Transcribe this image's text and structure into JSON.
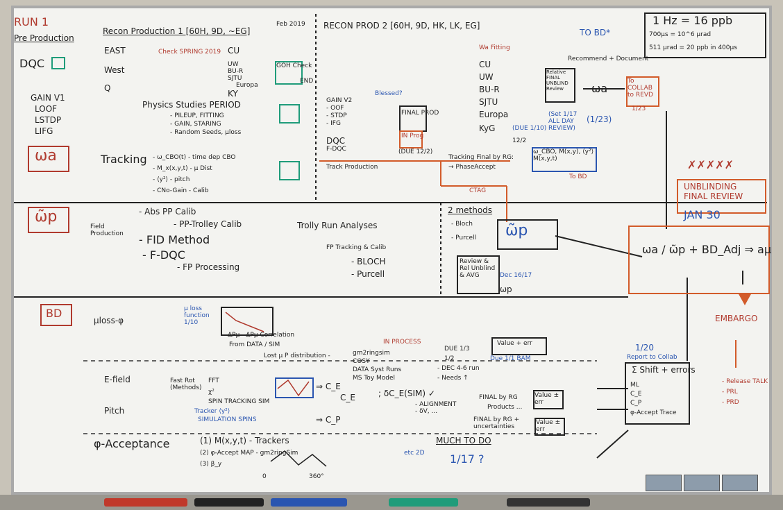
{
  "header": {
    "run": "RUN 1",
    "pre_production": "Pre Production",
    "recon_prod_1": "Recon Production 1 [60H, 9D, ~EG]",
    "feb": "Feb 2019",
    "recon_prod_2": "RECON PROD 2 [60H, 9D, HK, LK, EG]",
    "to_bd": "TO BD*",
    "scale1": "1 Hz = 16 ppb",
    "scale2": "700µs = 10^6 µrad",
    "scale3": "511 µrad = 20 ppb in 400µs"
  },
  "omega_a": {
    "dqc": "DQC",
    "east": "EAST",
    "west": "West",
    "q": "Q",
    "check_spring": "Check SPRING 2019",
    "cu": "CU",
    "uw": "UW",
    "bur": "BU-R",
    "sjtu": "SJTU",
    "europa": "Europa",
    "ky": "KY",
    "goh_check": "GOH Check",
    "end": "END",
    "gain": "GAIN V1",
    "loof": "LOOF",
    "lstdp": "LSTDP",
    "lifg": "LIFG",
    "physics": "Physics Studies PERIOD",
    "p1": "- PILEUP, FITTING",
    "p2": "- GAIN, STARING",
    "p3": "- Random Seeds, µloss",
    "label": "ωa",
    "tracking": "Tracking",
    "t1": "- ω_CBO(t) - time dep CBO",
    "t2": "- M_x(x,y,t) - µ Dist",
    "t3": "- ⟨y²⟩ - pitch",
    "t4": "- CNo-Gain - Calib"
  },
  "recon2": {
    "gain_v2": "GAIN V2",
    "oof": "- OOF",
    "stdp": "- STDP",
    "ifg": "- IFG",
    "blessed": "Blessed?",
    "final_prod": "FINAL PROD",
    "in_prog": "IN Prog",
    "due": "(DUE 12/2)",
    "dqc": "DQC",
    "fdqc": "F-DQC",
    "wa_fitting": "Wa Fitting",
    "cu": "CU",
    "uw": "UW",
    "bur": "BU-R",
    "sjtu": "SJTU",
    "europa": "Europa",
    "kyg": "KyG",
    "relative": "Relative FINAL UNBLIND Review",
    "recommend": "Recommend + Document",
    "wa": "ωa",
    "to_collab": "To COLLAB to REVD",
    "due_110": "(DUE 1/10)",
    "set_117": "(Set 1/17 ALL DAY REVIEW)",
    "d123": "(1/23)",
    "d123b": "1/23",
    "track_final": "Tracking Final by RG:",
    "phase": "→ PhaseAccept",
    "track_box": "ω_CBO, M(x,y), ⟨y²⟩ M(x,y,t)",
    "to_bd": "To BD",
    "track_prod": "Track Production",
    "ctag": "CTAG",
    "d122": "12/2"
  },
  "right": {
    "unblinding": "UNBLINDING FINAL REVIEW",
    "jan30": "JAN 30",
    "formula": "ωa / ω̃p + BD_Adj ⇒ aµ",
    "embargo": "EMBARGO",
    "release": "- Release TALK",
    "prl": "- PRL",
    "prd": "- PRD"
  },
  "omega_p": {
    "label": "ω̃p",
    "field": "Field Production",
    "abs": "- Abs PP Calib",
    "pptrolley": "- PP-Trolley Calib",
    "fid": "- FID Method",
    "fdqc": "- F-DQC",
    "fp": "- FP Processing",
    "trolly": "Trolly Run Analyses",
    "fp_track": "FP Tracking & Calib",
    "bloch": "- BLOCH",
    "purcell": "- Purcell",
    "methods": "2 methods",
    "m_bloch": "- Bloch",
    "m_purcell": "- Purcell",
    "wp": "ω̃p",
    "review": "Review & Rel Unblind & AVG",
    "dec": "Dec 16/17",
    "wp2": "ωp"
  },
  "bd": {
    "label": "BD",
    "mloss": "µloss-φ",
    "mloss_fn": "µ loss function 1/10",
    "corr": "ΔPµ - ΔPµ Correlation",
    "from_data": "From DATA / SIM",
    "lost": "Lost µ P distribution -",
    "in_process": "IN PROCESS",
    "gm2": "gm2ringsim",
    "cosy": "COSY",
    "data_runs": "DATA Syst Runs",
    "ms_toy": "MS Toy Model",
    "due_list": [
      "DUE 1/3",
      "1/2",
      "- DEC 4-6 run",
      "- Needs ↑"
    ],
    "value_err": "Value + err",
    "due_1": "Due 1/1 BAM",
    "d120": "1/20",
    "report": "Report to Collab",
    "sum": "Σ Shift + errors",
    "ml": "ML",
    "ce": "C_E",
    "cp": "C_P",
    "accept": "φ-Accept Trace",
    "efield": "E-field",
    "fastrot": "Fast Rot (Methods)",
    "fft": "FFT",
    "chi2": "χ²",
    "spin": "SPIN TRACKING SIM",
    "ce1": "⇒ C_E",
    "ce2": "C_E",
    "dce": "; δC_E(SIM) ✓",
    "align": "- ALIGNMENT - δV, ...",
    "final_rg": "FINAL by RG",
    "products": "Products ...",
    "pitch": "Pitch",
    "tracker": "Tracker ⟨y²⟩",
    "sim_spins": "SIMULATION SPINS",
    "cp_arrow": "⇒ C_P",
    "final_rg2": "FINAL by RG + uncertainties",
    "value_err2": "Value ± err",
    "value_err3": "Value ± err",
    "phi": "φ-Acceptance",
    "a1": "(1) M(x,y,t) - Trackers",
    "a2": "(2) φ-Accept MAP - gm2ringSim",
    "a3": "(3) β_y",
    "much": "MUCH TO DO",
    "d117": "1/17 ?",
    "etc": "etc 2D",
    "deg": "360°",
    "zero": "0"
  },
  "colors": {
    "ink": "#222222",
    "red": "#b03a2e",
    "blue": "#2a55b0",
    "green": "#1f9c7a",
    "orange": "#d25b2a"
  }
}
